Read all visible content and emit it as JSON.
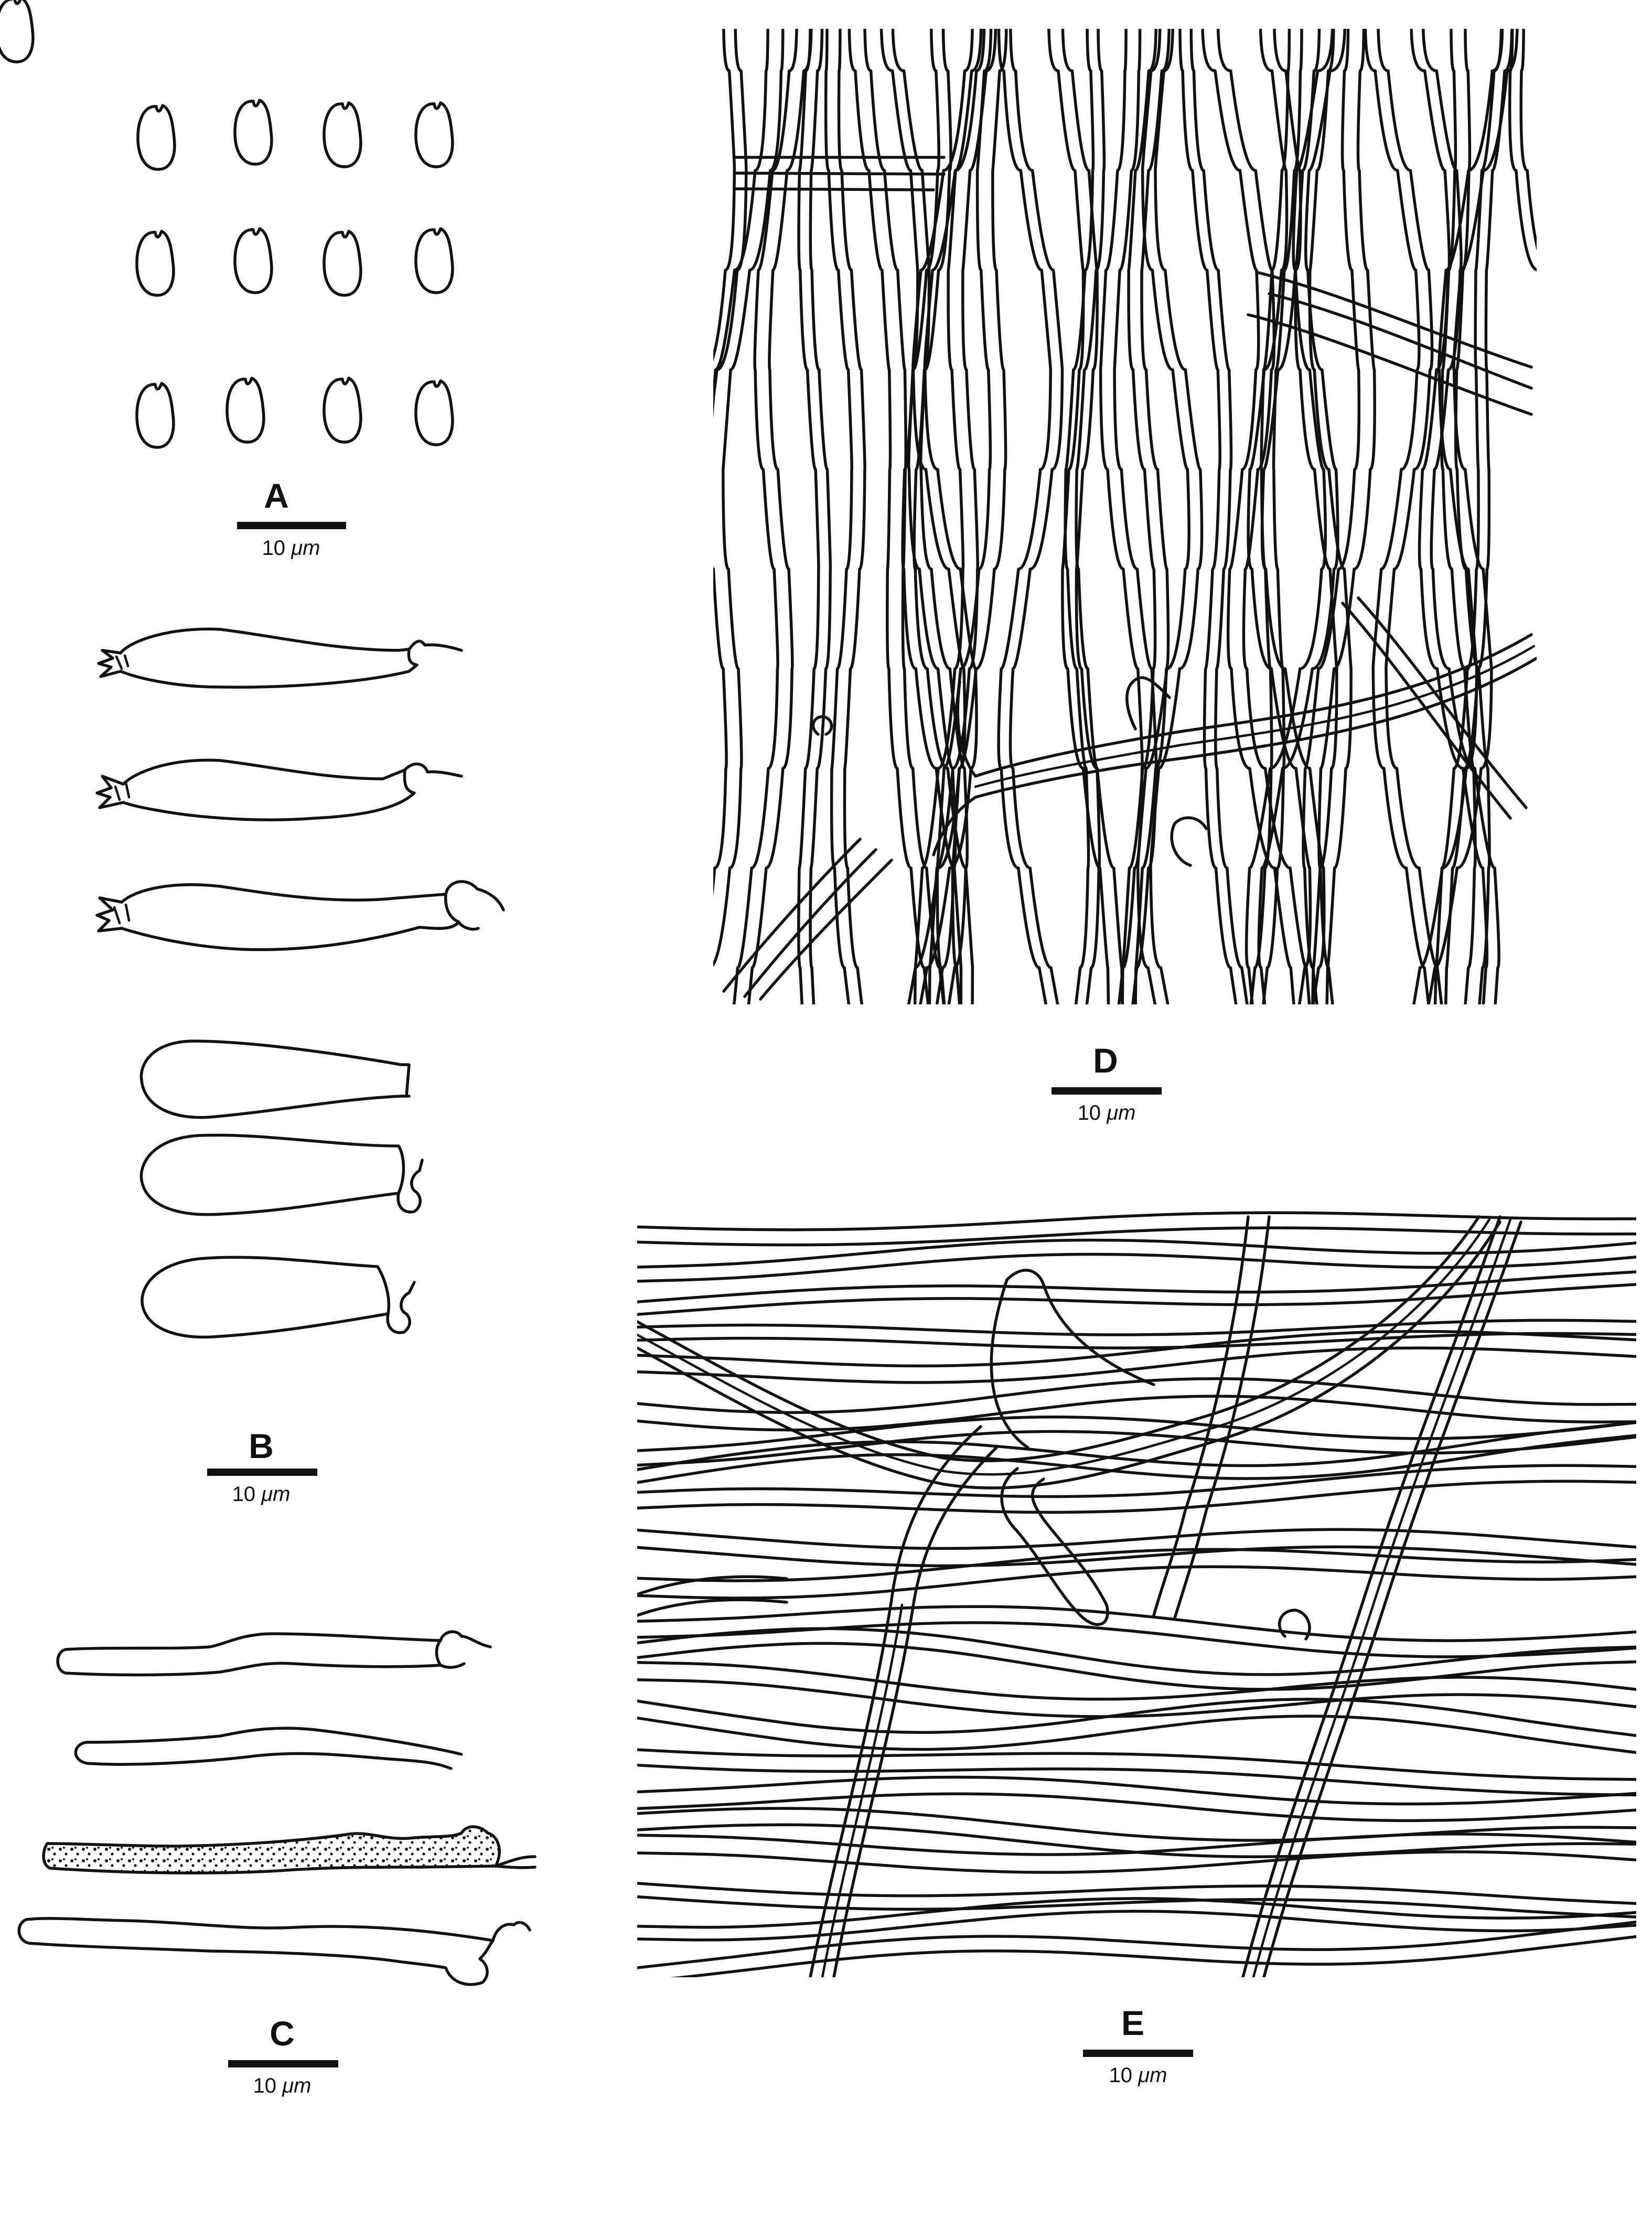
{
  "panels": [
    {
      "letter": "A",
      "scale_number": "10",
      "scale_unit": "μm"
    },
    {
      "letter": "B",
      "scale_number": "10",
      "scale_unit": "μm"
    },
    {
      "letter": "C",
      "scale_number": "10",
      "scale_unit": "μm"
    },
    {
      "letter": "D",
      "scale_number": "10",
      "scale_unit": "μm"
    },
    {
      "letter": "E",
      "scale_number": "10",
      "scale_unit": "μm"
    }
  ]
}
